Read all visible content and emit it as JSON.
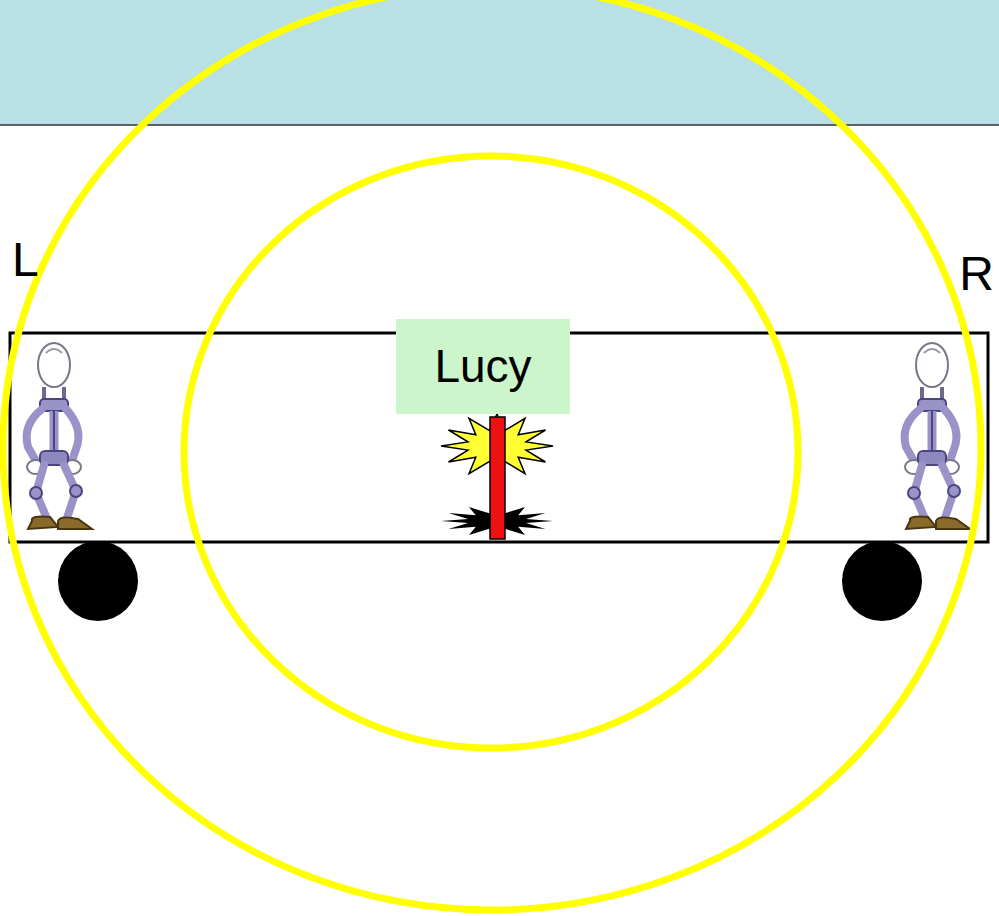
{
  "diagram": {
    "nodes": [
      {
        "text": [
          "Lucy"
        ]
      }
    ],
    "labels": [
      "L",
      "R"
    ]
  }
}
